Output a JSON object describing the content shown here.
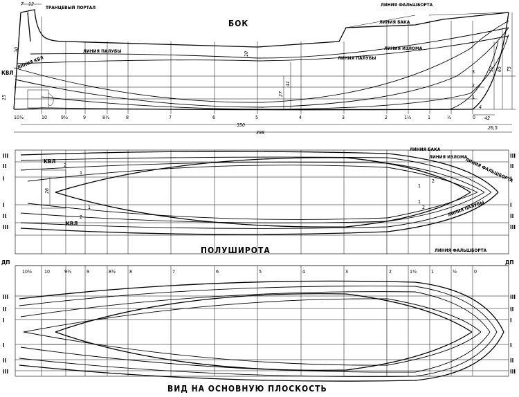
{
  "side_view": {
    "title": "БОК",
    "labels": {
      "transom": "ТРАНЦЕВЫЙ ПОРТАЛ",
      "bulwark_line": "ЛИНИЯ ФАЛЬШБОРТА",
      "forecastle_line": "ЛИНИЯ БАКА",
      "chine_line": "ЛИНИЯ ИЗЛОМА",
      "deck_line_aft": "ЛИНИЯ ПАЛУБЫ",
      "deck_line_fwd": "ЛИНИЯ ПАЛУБЫ",
      "kvl_line": "ЛИНИЯ КВЛ",
      "kvl": "КВЛ"
    },
    "dimensions": {
      "d7": "7",
      "d12": "12",
      "d30": "30",
      "d10": "10",
      "d15": "15",
      "d27": "27",
      "d41": "41",
      "d4": "4",
      "d50": "50",
      "d65": "65",
      "d75": "75",
      "d42": "42",
      "d26_5": "26,5",
      "d350": "350",
      "d398": "398"
    }
  },
  "station_labels": [
    "10½",
    "10",
    "9½",
    "9",
    "8½",
    "8",
    "7",
    "6",
    "5",
    "4",
    "3",
    "2",
    "1½",
    "1",
    "½",
    "0"
  ],
  "buttock_labels": {
    "one": "1",
    "two": "2",
    "three": "3"
  },
  "half_breadth": {
    "title": "ПОЛУШИРОТА",
    "labels": {
      "forecastle_line": "ЛИНИЯ БАКА",
      "chine_line": "ЛИНИЯ ИЗЛОМА",
      "bulwark_line": "ЛИНИЯ ФАЛЬШБОРТА",
      "deck_line": "ЛИНИЯ ПАЛУБЫ",
      "bulwark_line_2": "ЛИНИЯ ФАЛЬШБОРТА",
      "kvl": "КВЛ",
      "kvl2": "КВЛ"
    },
    "dim_26": "26"
  },
  "waterline_labels": [
    "III",
    "II",
    "I",
    "I",
    "II",
    "III"
  ],
  "dp_label": "ДП",
  "plan_view": {
    "title": "ВИД НА ОСНОВНУЮ ПЛОСКОСТЬ"
  }
}
